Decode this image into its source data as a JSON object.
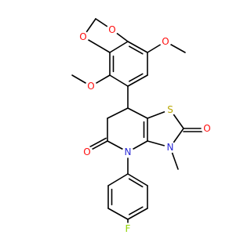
{
  "diagram": {
    "atoms": [
      {
        "id": "o_dioxole_top",
        "symbol": "O",
        "color": "#ff0d0d"
      },
      {
        "id": "o_dioxole_left",
        "symbol": "O",
        "color": "#ff0d0d"
      },
      {
        "id": "o_methoxy_right",
        "symbol": "O",
        "color": "#ff0d0d"
      },
      {
        "id": "o_methoxy_left",
        "symbol": "O",
        "color": "#ff0d0d"
      },
      {
        "id": "s_thiazole",
        "symbol": "S",
        "color": "#b8a600"
      },
      {
        "id": "o_thiazolone",
        "symbol": "O",
        "color": "#ff0d0d"
      },
      {
        "id": "n_thiazole",
        "symbol": "N",
        "color": "#2a2ad6"
      },
      {
        "id": "n_lactam",
        "symbol": "N",
        "color": "#2a2ad6"
      },
      {
        "id": "o_lactam",
        "symbol": "O",
        "color": "#ff0d0d"
      },
      {
        "id": "f_fluoro",
        "symbol": "F",
        "color": "#8fd400"
      }
    ]
  }
}
